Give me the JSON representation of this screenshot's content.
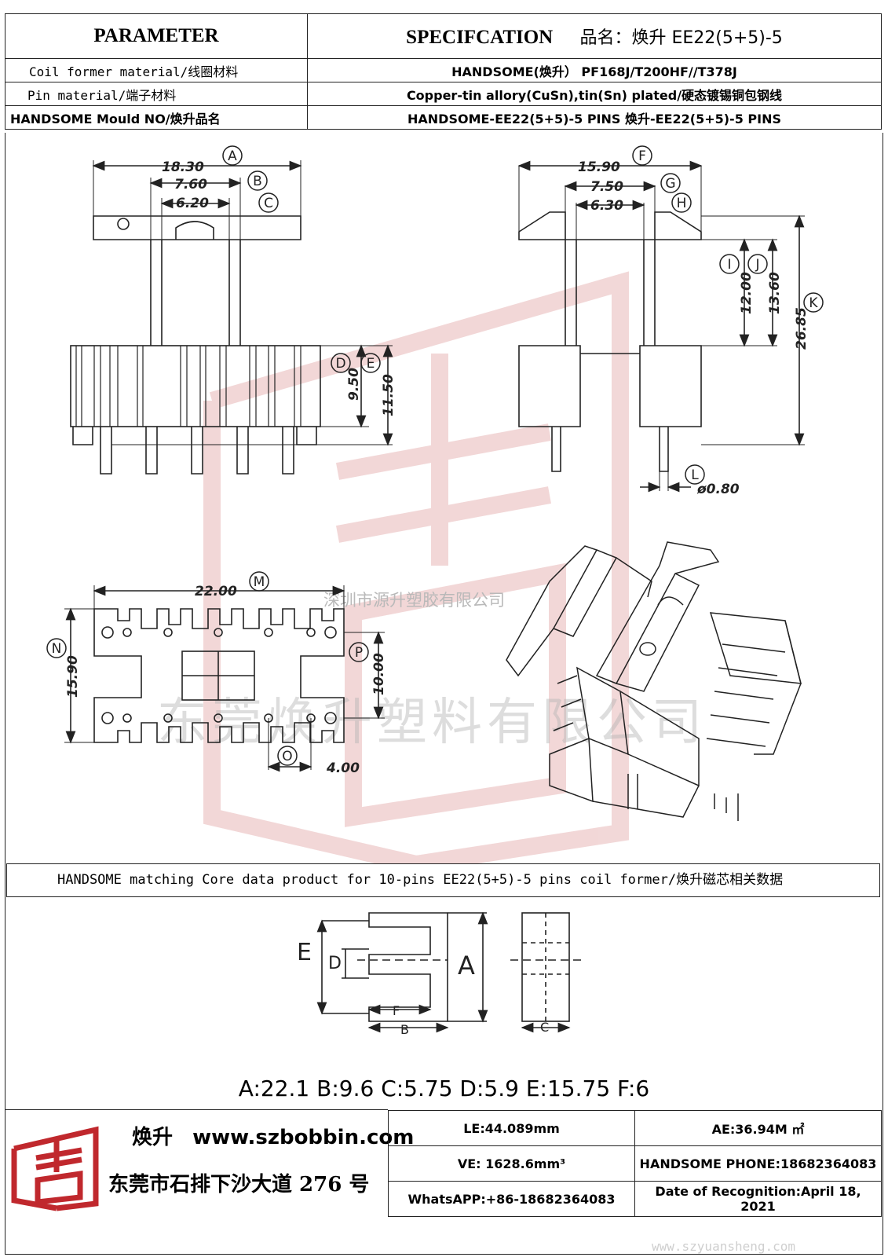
{
  "header": {
    "parameter_label": "PARAMETER",
    "spec_label": "SPECIFCATION",
    "product_name": "品名：焕升 EE22(5+5)-5",
    "rows": [
      {
        "label": "Coil former material/线圈材料",
        "value": "HANDSOME(焕升）  PF168J/T200HF//T378J"
      },
      {
        "label": "Pin material/端子材料",
        "value": "Copper-tin allory(CuSn),tin(Sn) plated/硬态镀锡铜包钢线"
      },
      {
        "label": "HANDSOME Mould NO/焕升品名",
        "value": "HANDSOME-EE22(5+5)-5 PINS   焕升-EE22(5+5)-5 PINS"
      }
    ]
  },
  "drawing": {
    "front": {
      "A": "18.30",
      "B": "7.60",
      "C": "6.20",
      "D": "9.50",
      "E": "11.50"
    },
    "side": {
      "F": "15.90",
      "G": "7.50",
      "H": "6.30",
      "I": "12.00",
      "J": "13.60",
      "K": "26.85",
      "L": "ø0.80"
    },
    "bottom": {
      "M": "22.00",
      "N": "15.90",
      "P": "10.00",
      "O": "4.00"
    },
    "letters": [
      "A",
      "B",
      "C",
      "D",
      "E",
      "F",
      "G",
      "H",
      "I",
      "J",
      "K",
      "L",
      "M",
      "N",
      "O",
      "P"
    ]
  },
  "watermarks": {
    "small": "深圳市源升塑胶有限公司",
    "large": "东莞焕升塑料有限公司",
    "url": "www.szyuansheng.com"
  },
  "core": {
    "title": "HANDSOME matching Core data  product for 10-pins EE22(5+5)-5 pins coil former/焕升磁芯相关数据",
    "labels": {
      "A": "A",
      "B": "B",
      "C": "C",
      "D": "D",
      "E": "E",
      "F": "F"
    },
    "values_text": "A:22.1 B:9.6 C:5.75 D:5.9 E:15.75 F:6"
  },
  "footer": {
    "brand": "焕升",
    "website": "www.szbobbin.com",
    "address": "东莞市石排下沙大道 276 号",
    "le": "LE:44.089mm",
    "ae": "AE:36.94M ㎡",
    "ve": "VE: 1628.6mm³",
    "phone": "HANDSOME PHONE:18682364083",
    "whatsapp": "WhatsAPP:+86-18682364083",
    "date": "Date of Recognition:April 18, 2021"
  },
  "colors": {
    "line": "#222222",
    "logo": "#c0282d",
    "watermark": "#e8b8b8"
  }
}
